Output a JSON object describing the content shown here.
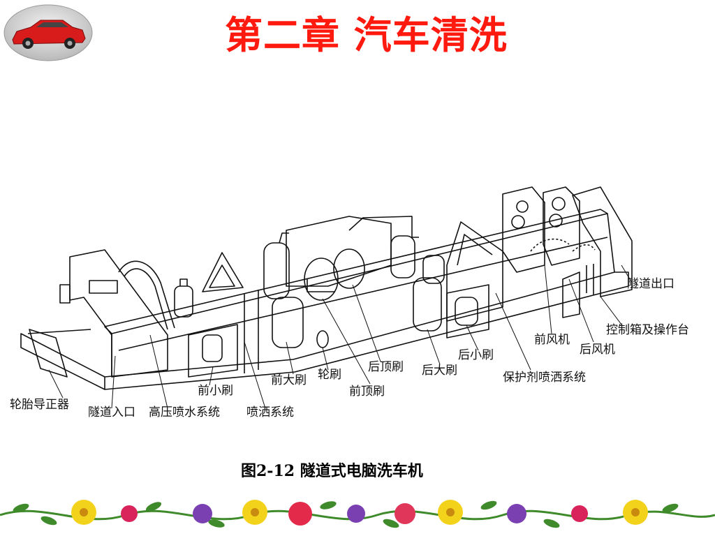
{
  "title": "第二章  汽车清洗",
  "caption": "图2-12  隧道式电脑洗车机",
  "diagram": {
    "labels": {
      "tire_guide": "轮胎导正器",
      "entrance": "隧道入口",
      "hp_spray": "高压喷水系统",
      "front_small_brush": "前小刷",
      "spray_system": "喷洒系统",
      "front_big_brush": "前大刷",
      "wheel_brush": "轮刷",
      "front_top_brush": "前顶刷",
      "rear_top_brush": "后顶刷",
      "rear_big_brush": "后大刷",
      "rear_small_brush": "后小刷",
      "protect_spray": "保护剂喷洒系统",
      "front_fan": "前风机",
      "rear_fan": "后风机",
      "control_box": "控制箱及操作台",
      "exit": "隧道出口"
    }
  },
  "colors": {
    "title": "#ff1a0f",
    "line": "#111111"
  },
  "icons": {
    "logo": "red-car-logo",
    "border": "flower-garland"
  }
}
